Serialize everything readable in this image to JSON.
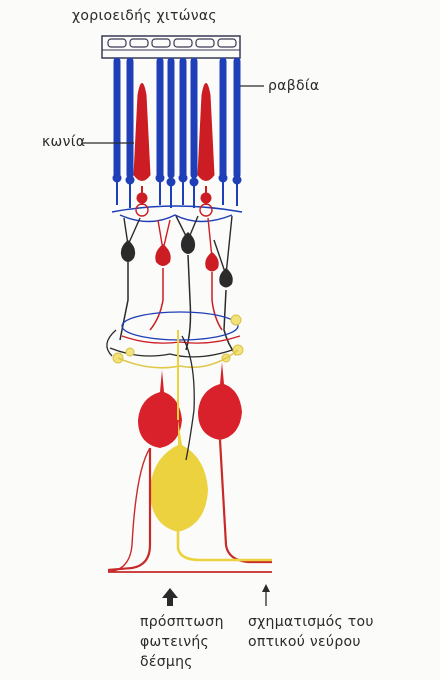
{
  "labels": {
    "choroid": "χοριοειδής χιτώνας",
    "rods": "ραβδία",
    "cones": "κωνία",
    "light_incidence": [
      "πρόσπτωση",
      "φωτεινής",
      "δέσμης"
    ],
    "optic_nerve_formation": [
      "σχηματισμός του",
      "οπτικού νεύρου"
    ]
  },
  "colors": {
    "rods": "#1f3fb8",
    "cones": "#cc1c24",
    "bipolar_dark": "#2b2b2b",
    "ganglion_red": "#d8212a",
    "ganglion_yellow": "#ecd23e",
    "nerve_fiber": "#c82a2a",
    "amacrine_yellow": "#f1e27a"
  },
  "icons": {
    "light_arrow": "up-arrow-bold-icon",
    "nerve_arrow": "up-arrow-thin-icon"
  }
}
